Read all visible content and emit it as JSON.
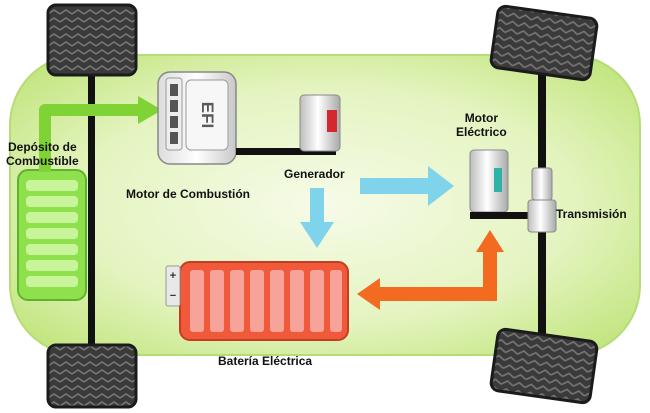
{
  "diagram": {
    "labels": {
      "fuel_tank": "Depósito de Combustible",
      "fuel_tank_line1": "Depósito de",
      "fuel_tank_line2": "Combustible",
      "combustion_engine": "Motor de Combustión",
      "engine_badge": "EFI",
      "generator": "Generador",
      "electric_motor_line1": "Motor",
      "electric_motor_line2": "Eléctrico",
      "transmission": "Transmisión",
      "battery": "Batería Eléctrica",
      "battery_plus": "+",
      "battery_minus": "−"
    },
    "colors": {
      "chassis_fill": "#d6efa4",
      "chassis_center": "#f4fbe4",
      "fuel_path": "#7fd334",
      "energy_to_battery": "#7fd3ea",
      "energy_to_motor": "#7fd3ea",
      "battery_to_motor": "#f26b21",
      "battery_body": "#f05a3a",
      "tank_body": "#8ee04c",
      "axle": "#111111"
    },
    "flows": [
      {
        "from": "fuel_tank",
        "to": "combustion_engine",
        "color": "fuel_path"
      },
      {
        "from": "generator",
        "to": "battery",
        "color": "energy_to_battery"
      },
      {
        "from": "generator",
        "to": "electric_motor",
        "color": "energy_to_motor"
      },
      {
        "from": "battery",
        "to": "electric_motor",
        "color": "battery_to_motor"
      }
    ]
  }
}
